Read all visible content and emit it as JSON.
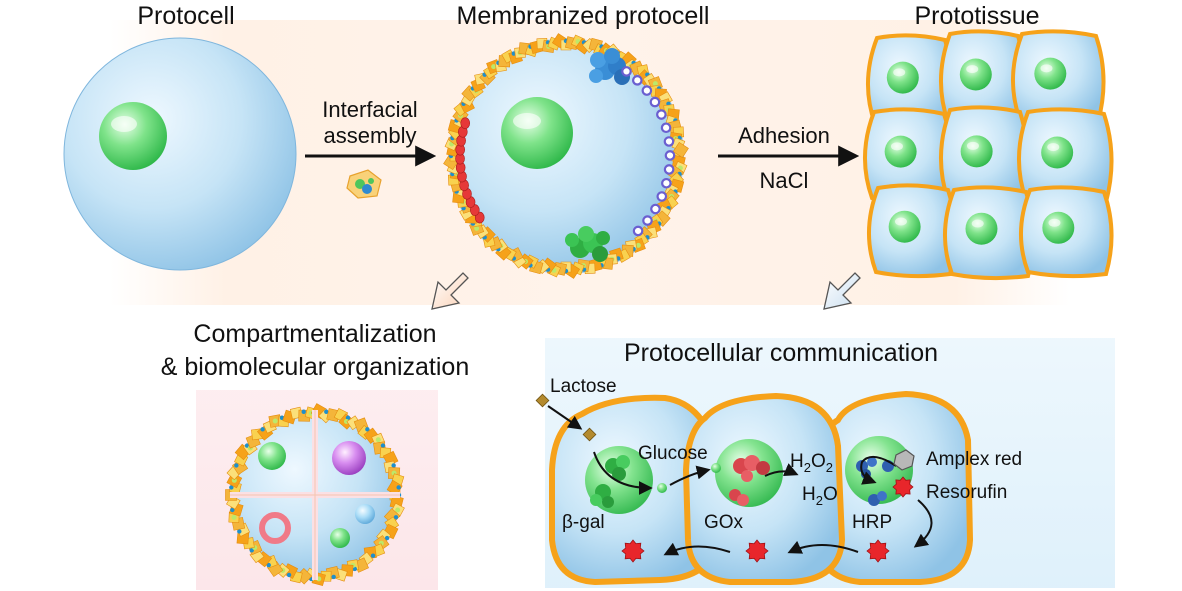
{
  "top": {
    "protocell_title": "Protocell",
    "membranized_title": "Membranized protocell",
    "prototissue_title": "Prototissue",
    "arrow1_line1": "Interfacial",
    "arrow1_line2": "assembly",
    "arrow2_top": "Adhesion",
    "arrow2_bottom": "NaCl"
  },
  "bottom_left": {
    "title_line1": "Compartmentalization",
    "title_line2": "& biomolecular organization"
  },
  "bottom_right": {
    "title": "Protocellular communication",
    "lactose": "Lactose",
    "glucose": "Glucose",
    "beta_gal": "β-gal",
    "gox": "GOx",
    "h2o2_main": "H",
    "h2o2_sub1": "2",
    "h2o2_mid": "O",
    "h2o2_sub2": "2",
    "h2o_main": "H",
    "h2o_sub": "2",
    "h2o_end": "O",
    "hrp": "HRP",
    "amplex_red": "Amplex red",
    "resorufin": "Resorufin"
  },
  "colors": {
    "cell_blue": "#bfe0f4",
    "membrane_orange": "#f6a21a",
    "nucleus_green": "#6fdd78",
    "resorufin_red": "#e8262b",
    "protein_blue": "#3a8ed6"
  }
}
